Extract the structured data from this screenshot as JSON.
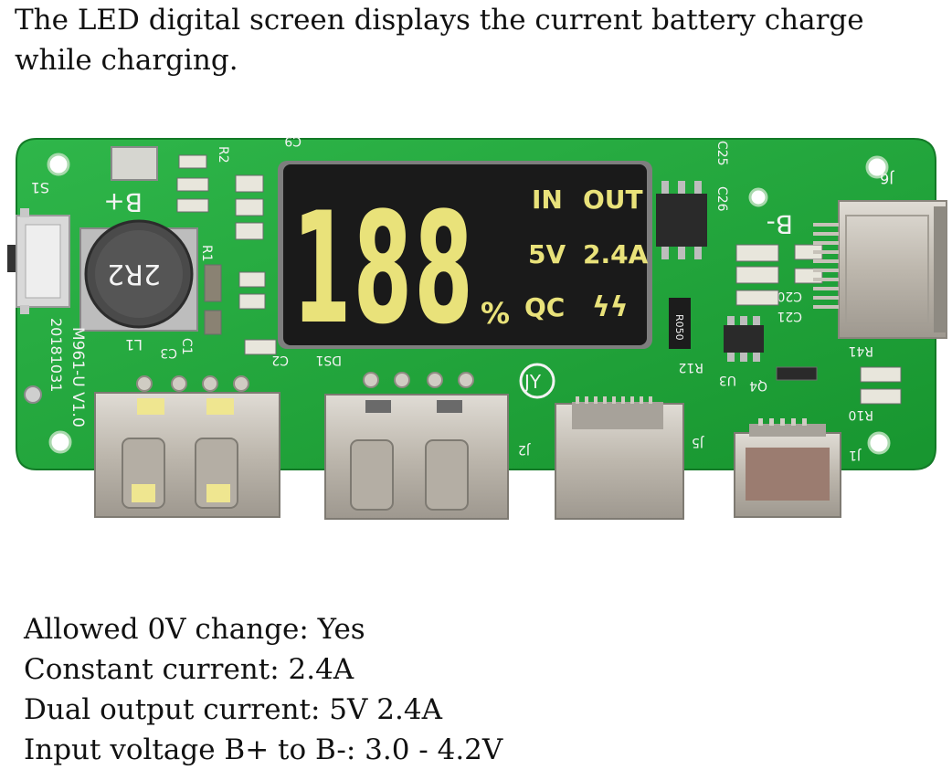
{
  "headline": "The LED digital screen displays the current battery charge while charging.",
  "board": {
    "lcd": {
      "digits": "188",
      "percent_sign": "%",
      "label_in": "IN",
      "label_out": "OUT",
      "label_5v": "5V",
      "label_24a": "2.4A",
      "label_qc": "QC",
      "charge_symbol": "ϟϟ"
    },
    "silkscreen": {
      "bplus": "B+",
      "bminus": "B-",
      "s1": "S1",
      "model": "M961-U V1.0",
      "date": "20181031",
      "j1": "J1",
      "j2": "J2",
      "j5": "J5",
      "j6": "J6",
      "l1": "L1",
      "c1": "C1",
      "c2": "C2",
      "c3": "C3",
      "c9": "C9",
      "c20": "C20",
      "c21": "C21",
      "c25": "C25",
      "c26": "C26",
      "r1": "R1",
      "r2": "R2",
      "r10": "R10",
      "r12": "R12",
      "r41": "R41",
      "u3": "U3",
      "q4": "Q4",
      "ds1": "DS1",
      "r050": "R050",
      "inductor_code": "2R2",
      "logo": "JY"
    }
  },
  "specs": [
    "Allowed 0V change: Yes",
    "Constant current: 2.4A",
    "Dual output current: 5V 2.4A",
    "Input voltage B+ to B-: 3.0 - 4.2V"
  ],
  "colors": {
    "pcb_green": "#1fa53a",
    "lcd_black": "#1a1a1a",
    "lcd_yellow": "#e9e27a",
    "metal": "#c9c4bc"
  }
}
